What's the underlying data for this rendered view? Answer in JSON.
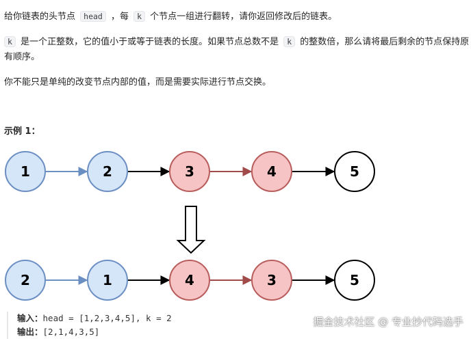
{
  "description": {
    "p1": [
      "给你链表的头节点 ",
      "head",
      " ，每 ",
      "k",
      " 个节点一组进行翻转，请你返回修改后的链表。"
    ],
    "p2": [
      "k",
      " 是一个正整数，它的值小于或等于链表的长度。如果节点总数不是 ",
      "k",
      " 的整数倍，那么请将最后剩余的节点保持原有顺序。"
    ],
    "p3": "你不能只是单纯的改变节点内部的值，而是需要实际进行节点交换。"
  },
  "example": {
    "title": "示例 1：",
    "input_label": "输入：",
    "input_value": "head = [1,2,3,4,5], k = 2",
    "output_label": "输出：",
    "output_value": "[2,1,4,3,5]"
  },
  "diagram": {
    "before": [
      {
        "value": "1",
        "style": "blue"
      },
      {
        "value": "2",
        "style": "blue"
      },
      {
        "value": "3",
        "style": "red"
      },
      {
        "value": "4",
        "style": "red"
      },
      {
        "value": "5",
        "style": "white"
      }
    ],
    "after": [
      {
        "value": "2",
        "style": "blue"
      },
      {
        "value": "1",
        "style": "blue"
      },
      {
        "value": "4",
        "style": "red"
      },
      {
        "value": "3",
        "style": "red"
      },
      {
        "value": "5",
        "style": "white"
      }
    ],
    "colors": {
      "blue_fill": "#d6e6f9",
      "blue_stroke": "#6b8fc3",
      "red_fill": "#f6c4c4",
      "red_stroke": "#b85c5c",
      "white_fill": "#ffffff",
      "white_stroke": "#000000",
      "arrow_blue": "#6b8fc3",
      "arrow_red": "#a04a4a",
      "arrow_black": "#000000"
    }
  },
  "watermark": "掘金技术社区 @ 专业抄代码选手"
}
